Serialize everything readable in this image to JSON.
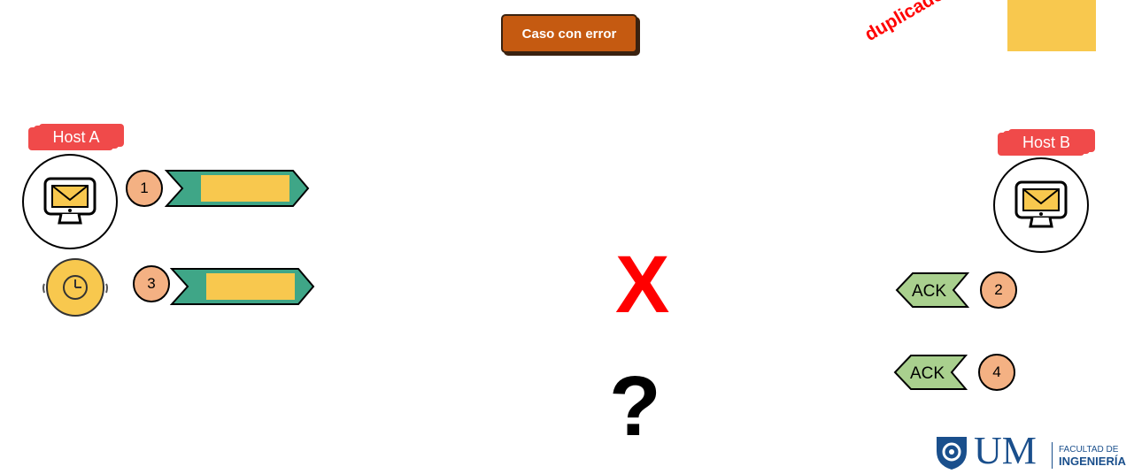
{
  "title_button": "Caso con error",
  "duplicate_label": "duplicado",
  "host_a": {
    "label": "Host A"
  },
  "host_b": {
    "label": "Host B"
  },
  "steps": {
    "s1": "1",
    "s2": "2",
    "s3": "3",
    "s4": "4"
  },
  "ack_labels": {
    "a2": "ACK",
    "a4": "ACK"
  },
  "lost_mark": "X",
  "unknown_mark": "?",
  "logo": {
    "short": "UM",
    "line1": "FACULTAD DE",
    "line2": "INGENIERÍA"
  },
  "colors": {
    "accent_orange": "#c55a11",
    "data_packet": "#3fa687",
    "payload": "#f8c84e",
    "ack_packet": "#a9d08e",
    "step_circle": "#f4b183",
    "host_tag": "#f04a4a",
    "error": "#ff0000",
    "logo_blue": "#1a4f8c"
  },
  "icons": [
    "computer-mail-icon",
    "timer-clock-icon",
    "um-shield-icon"
  ]
}
